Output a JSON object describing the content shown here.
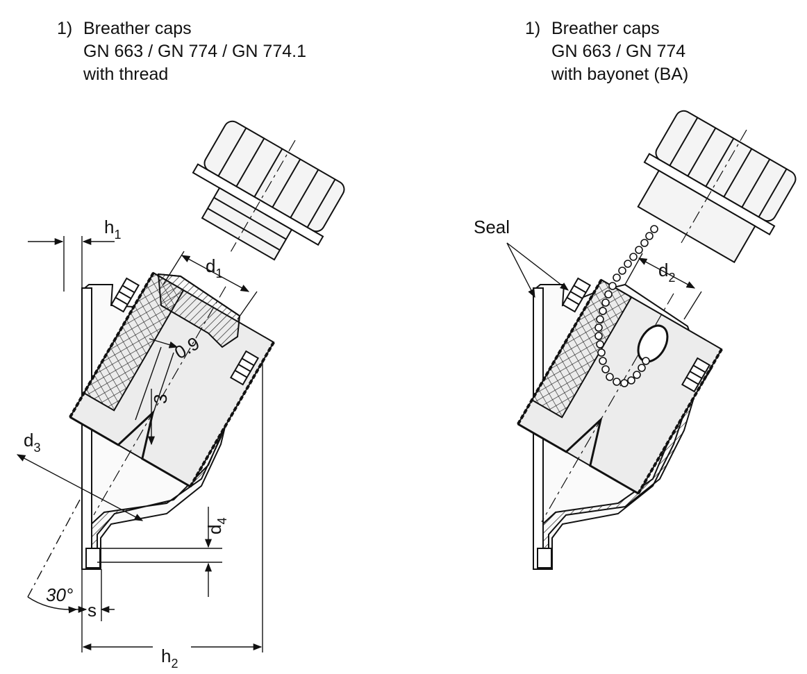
{
  "captions": {
    "left": {
      "number": "1)",
      "lines": [
        "Breather caps",
        "GN 663 / GN 774 / GN 774.1",
        "with thread"
      ]
    },
    "right": {
      "number": "1)",
      "lines": [
        "Breather caps",
        "GN 663 / GN 774",
        "with bayonet (BA)"
      ]
    }
  },
  "dimensions": {
    "h1": {
      "main": "h",
      "sub": "1"
    },
    "d1": {
      "main": "d",
      "sub": "1"
    },
    "d2": {
      "main": "d",
      "sub": "2"
    },
    "d3": {
      "main": "d",
      "sub": "3"
    },
    "d4": {
      "main": "d",
      "sub": "4"
    },
    "h2": {
      "main": "h",
      "sub": "2"
    },
    "s": "s",
    "angle": "30°",
    "gap": "0.9",
    "depth": "3"
  },
  "callouts": {
    "seal": "Seal"
  }
}
